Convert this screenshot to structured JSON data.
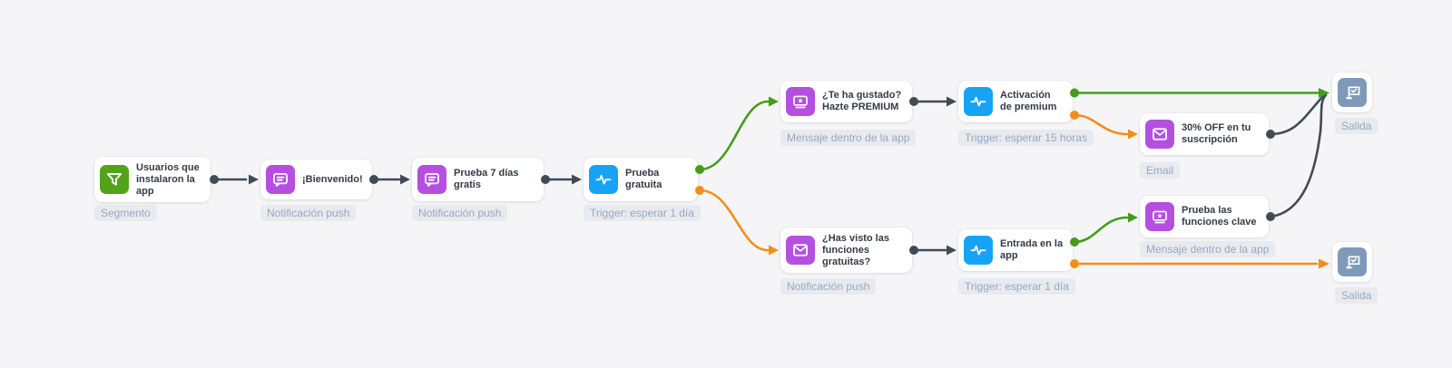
{
  "app": {
    "view_name": "customer-journey-flow"
  },
  "colors": {
    "background": "#f5f5f7",
    "connector_dark": "#414b57",
    "connector_green": "#459c1a",
    "connector_orange": "#f18e1c",
    "node_green": "#53a318",
    "node_purple": "#b44fe0",
    "node_blue": "#17a3f5",
    "node_slate": "#7f9ab9",
    "label_bg": "#e9eaee",
    "label_text": "#92a9c3",
    "title_text": "#333b45"
  },
  "nodes": [
    {
      "id": "segment",
      "title": "Usuarios que instalaron la app",
      "title_lines": [
        "Usuarios que",
        "instalaron la",
        "app"
      ],
      "type_label": "Segmento",
      "icon": "filter-icon"
    },
    {
      "id": "welcome-push",
      "title": "¡Bienvenido!",
      "title_lines": [
        "¡Bienvenido!"
      ],
      "type_label": "Notificación push",
      "icon": "chat-bubble-icon"
    },
    {
      "id": "trial-push",
      "title": "Prueba 7 días gratis",
      "title_lines": [
        "Prueba 7 días",
        "gratis"
      ],
      "type_label": "Notificación push",
      "icon": "chat-bubble-icon"
    },
    {
      "id": "free-trial-trigger",
      "title": "Prueba gratuita",
      "title_lines": [
        "Prueba",
        "gratuita"
      ],
      "type_label": "Trigger: esperar 1 día",
      "icon": "pulse-icon"
    },
    {
      "id": "premium-offer",
      "title": "¿Te ha gustado? Hazte PREMIUM",
      "title_lines": [
        "¿Te ha gustado?",
        "Hazte PREMIUM"
      ],
      "type_label": "Mensaje dentro de la app",
      "icon": "ticket-icon"
    },
    {
      "id": "premium-activation",
      "title": "Activación de premium",
      "title_lines": [
        "Activación",
        "de premium"
      ],
      "type_label": "Trigger: esperar 15 horas",
      "icon": "pulse-icon"
    },
    {
      "id": "discount-email",
      "title": "30% OFF en tu suscripción",
      "title_lines": [
        "30% OFF en tu",
        "suscripción"
      ],
      "type_label": "Email",
      "icon": "envelope-icon"
    },
    {
      "id": "free-features-push",
      "title": "¿Has visto las funciones gratuitas?",
      "title_lines": [
        "¿Has visto las",
        "funciones",
        "gratuitas?"
      ],
      "type_label": "Notificación push",
      "icon": "envelope-icon"
    },
    {
      "id": "app-entry-trigger",
      "title": "Entrada en la app",
      "title_lines": [
        "Entrada en la",
        "app"
      ],
      "type_label": "Trigger: esperar 1 día",
      "icon": "pulse-icon"
    },
    {
      "id": "key-features-message",
      "title": "Prueba las funciones clave",
      "title_lines": [
        "Prueba las",
        "funciones clave"
      ],
      "type_label": "Mensaje dentro de la app",
      "icon": "ticket-icon"
    },
    {
      "id": "exit-top",
      "title": "",
      "title_lines": [],
      "type_label": "Salida",
      "icon": "flag-icon"
    },
    {
      "id": "exit-bottom",
      "title": "",
      "title_lines": [],
      "type_label": "Salida",
      "icon": "flag-icon"
    }
  ],
  "connectors": [
    {
      "from": "segment",
      "to": "welcome-push",
      "color": "dark"
    },
    {
      "from": "welcome-push",
      "to": "trial-push",
      "color": "dark"
    },
    {
      "from": "trial-push",
      "to": "free-trial-trigger",
      "color": "dark"
    },
    {
      "from": "free-trial-trigger",
      "to": "premium-offer",
      "color": "green"
    },
    {
      "from": "free-trial-trigger",
      "to": "free-features-push",
      "color": "orange"
    },
    {
      "from": "premium-offer",
      "to": "premium-activation",
      "color": "dark"
    },
    {
      "from": "premium-activation",
      "to": "exit-top",
      "color": "green"
    },
    {
      "from": "premium-activation",
      "to": "discount-email",
      "color": "orange"
    },
    {
      "from": "discount-email",
      "to": "exit-top",
      "color": "dark"
    },
    {
      "from": "free-features-push",
      "to": "app-entry-trigger",
      "color": "dark"
    },
    {
      "from": "app-entry-trigger",
      "to": "key-features-message",
      "color": "green"
    },
    {
      "from": "app-entry-trigger",
      "to": "exit-bottom",
      "color": "orange"
    },
    {
      "from": "key-features-message",
      "to": "exit-top",
      "color": "dark"
    }
  ]
}
